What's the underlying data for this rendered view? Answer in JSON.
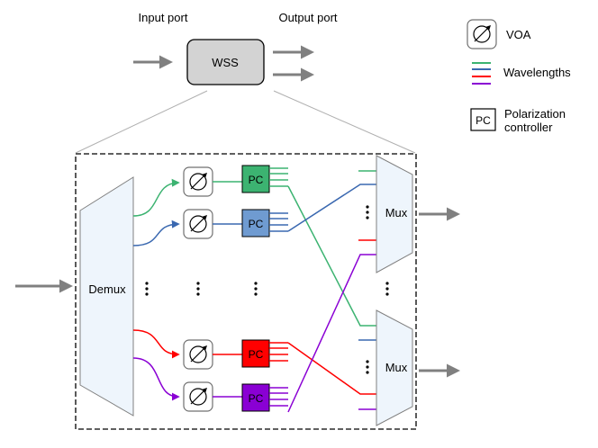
{
  "top": {
    "input_port_label": "Input port",
    "output_port_label": "Output port",
    "wss_label": "WSS"
  },
  "legend": {
    "voa_label": "VOA",
    "wavelengths_label": "Wavelengths",
    "pc_symbol": "PC",
    "pc_label_line1": "Polarization",
    "pc_label_line2": "controller",
    "wavelength_colors": [
      "#3cb371",
      "#3a68b0",
      "#ff0000",
      "#8a00d4"
    ]
  },
  "diagram": {
    "demux_label": "Demux",
    "mux_label": "Mux",
    "pc_label": "PC",
    "colors": {
      "green": "#3cb371",
      "blue": "#3a68b0",
      "red": "#ff0000",
      "purple": "#8a00d4",
      "pc_green_fill": "#3cb371",
      "pc_blue_fill": "#6f9bd1",
      "pc_red_fill": "#ff0000",
      "pc_purple_fill": "#8a00d4",
      "demux_fill": "#eef5fc",
      "wss_fill": "#d3d3d3",
      "arrow": "#808080"
    },
    "icons": [
      "voa-icon",
      "arrow-icon"
    ]
  }
}
